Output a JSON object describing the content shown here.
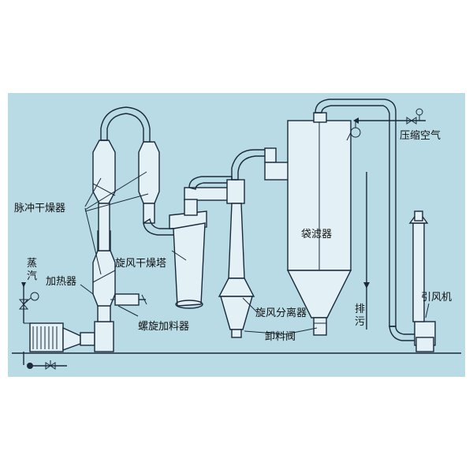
{
  "colors": {
    "background": "#b9dbe6",
    "equipment": "#e3f1f6",
    "line": "#1a2a3a",
    "page": "#ffffff"
  },
  "labels": {
    "pulse_dryer": "脉冲干燥器",
    "steam": "蒸汽",
    "heater": "加热器",
    "cyclone_dryer_tower": "旋风干燥塔",
    "screw_feeder": "螺旋加料器",
    "cyclone_separator": "旋风分离器",
    "discharge_valve": "卸料阀",
    "bag_filter": "袋滤器",
    "compressed_air": "压缩空气",
    "drain": "排污",
    "induced_fan": "引风机"
  }
}
